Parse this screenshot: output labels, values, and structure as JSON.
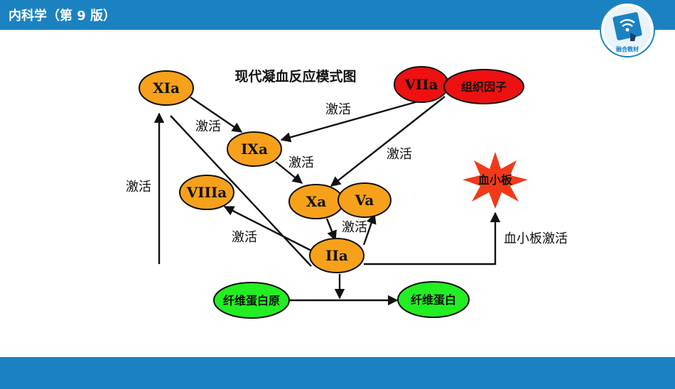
{
  "header": {
    "title": "内科学（第 9 版）"
  },
  "logo": {
    "text": "融合教材",
    "icon": "wifi-hand-icon"
  },
  "diagram": {
    "title": "现代凝血反应模式图",
    "nodes": {
      "xia": "XIa",
      "ixa": "IXa",
      "viiia": "VIIIa",
      "xa": "Xa",
      "va": "Va",
      "iia": "IIa",
      "viia": "VIIa",
      "tissue_factor": "组织因子",
      "platelet": "血小板",
      "fibrinogen": "纤维蛋白原",
      "fibrin": "纤维蛋白"
    },
    "labels": {
      "activate_xia_ixa": "激活",
      "activate_ixa_xa": "激活",
      "activate_viia_ixa": "激活",
      "activate_viia_xa": "激活",
      "activate_iia_xia": "激活",
      "activate_iia_viiia": "激活",
      "activate_iia_va": "激活",
      "platelet_activation": "血小板激活"
    },
    "colors": {
      "orange": "#f7a11a",
      "red": "#ee1111",
      "green": "#22ee22",
      "platelet": "#f23a1a",
      "header": "#1b82c2"
    }
  }
}
